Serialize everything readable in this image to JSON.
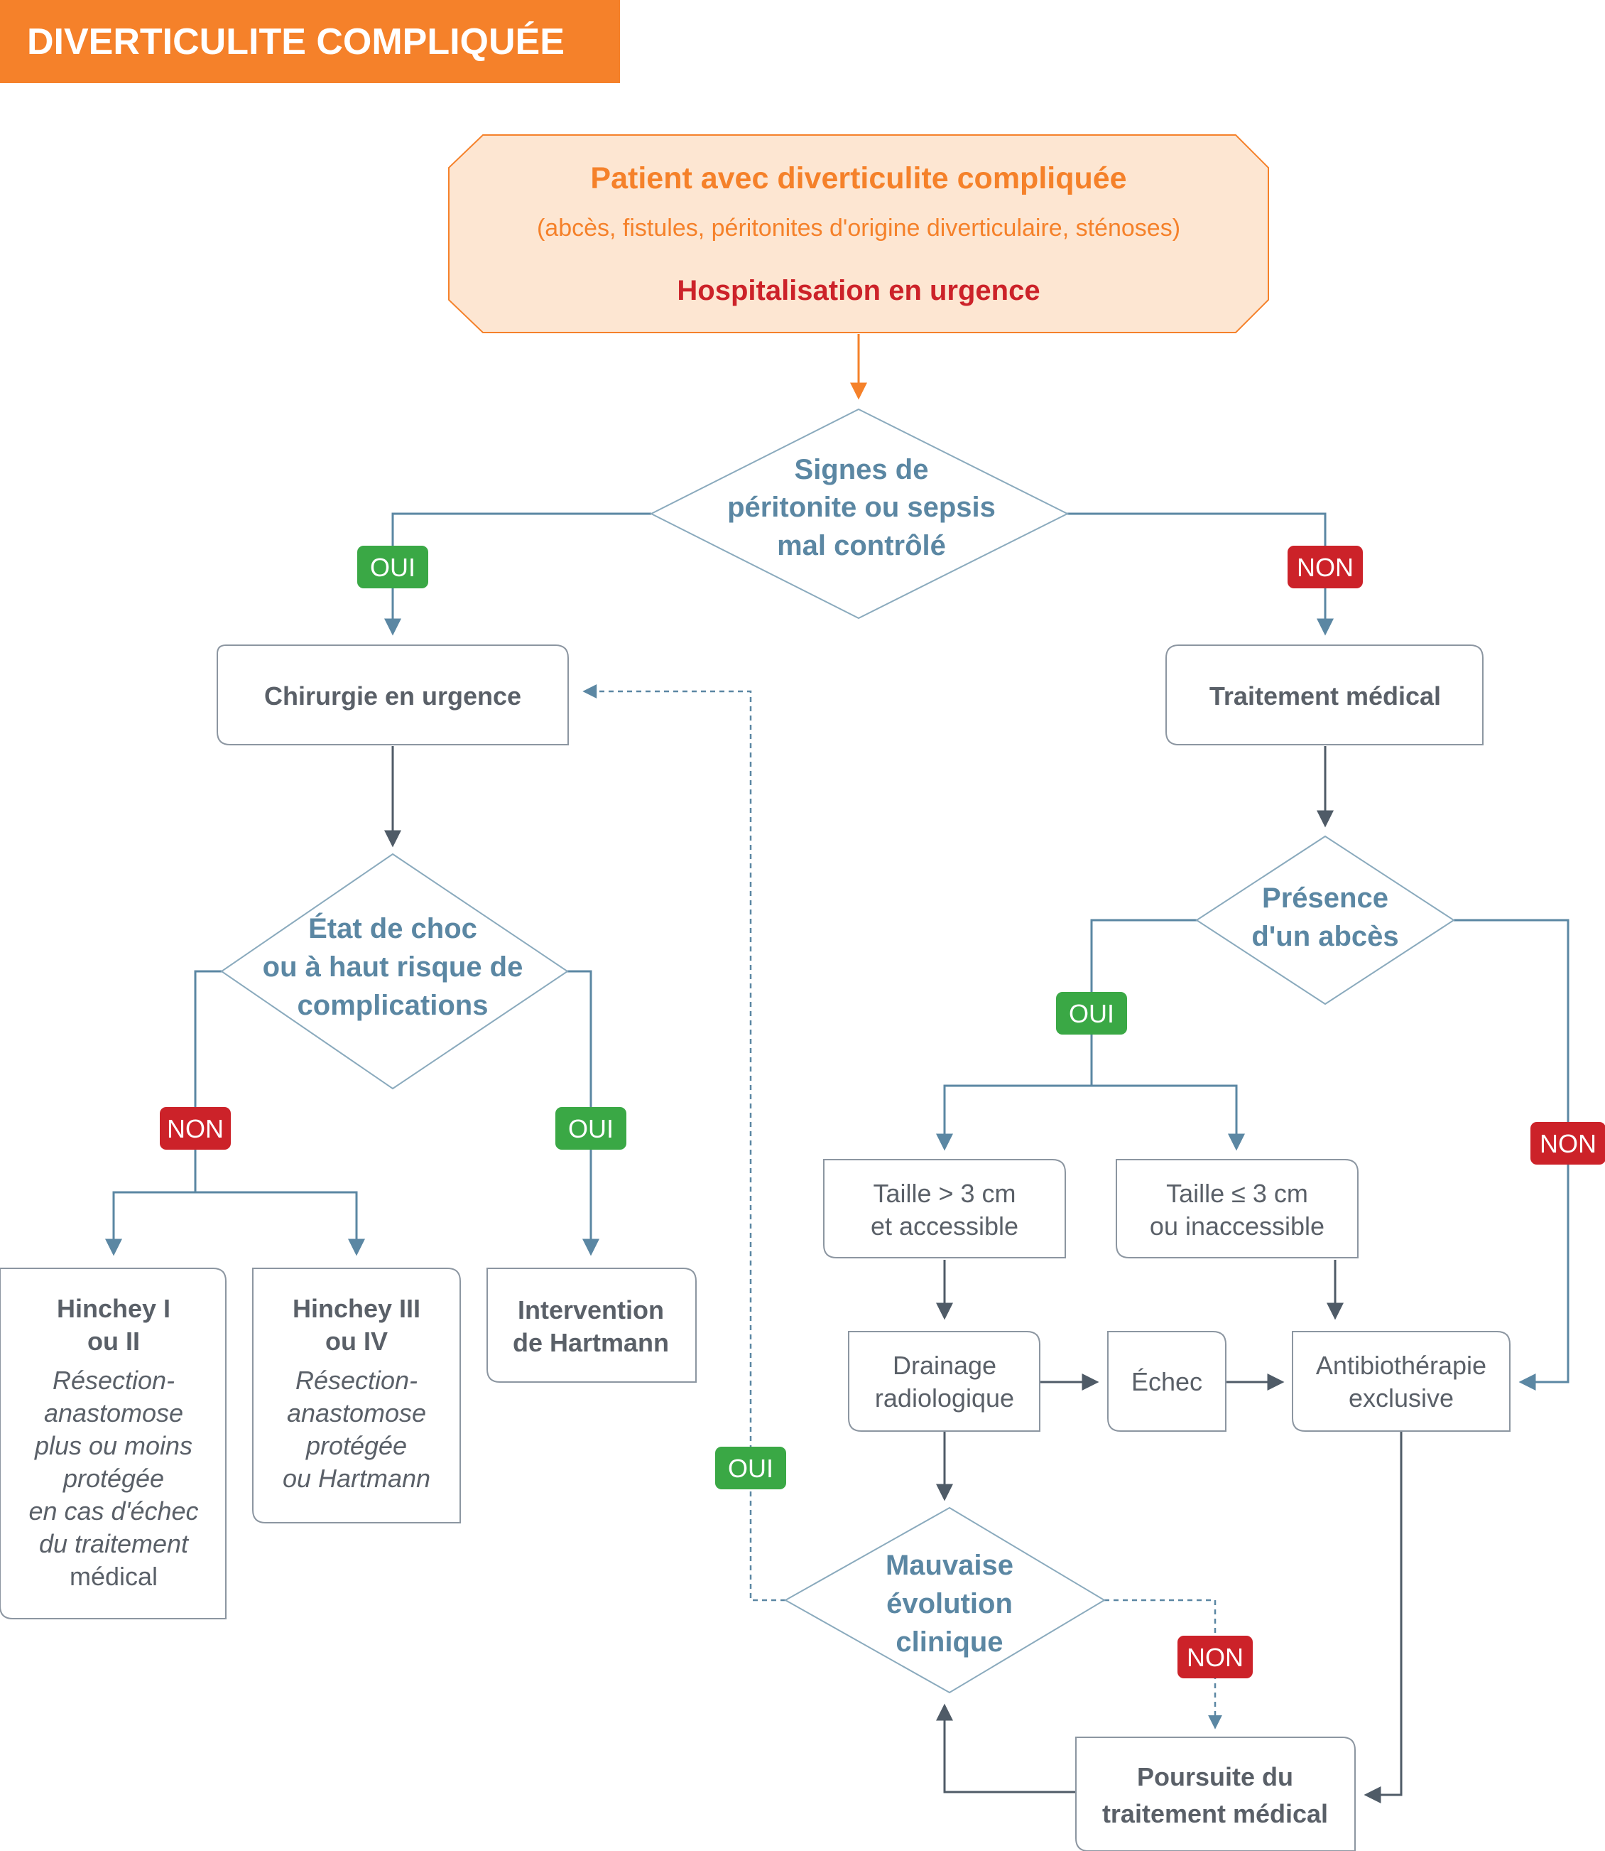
{
  "header": {
    "title": "DIVERTICULITE COMPLIQUÉE"
  },
  "start": {
    "title": "Patient avec diverticulite compliquée",
    "subtitle": "(abcès, fistules, péritonites d'origine diverticulaire, sténoses)",
    "action": "Hospitalisation en urgence"
  },
  "decisions": {
    "peritonite": {
      "lines": [
        "Signes de",
        "péritonite ou sepsis",
        "mal contrôlé"
      ]
    },
    "choc": {
      "lines": [
        "État de choc",
        "ou à haut risque de",
        "complications"
      ]
    },
    "abces": {
      "lines": [
        "Présence",
        "d'un abcès"
      ]
    },
    "evolution": {
      "lines": [
        "Mauvaise",
        "évolution",
        "clinique"
      ]
    }
  },
  "boxes": {
    "chirurgie": {
      "lines": [
        "Chirurgie en urgence"
      ]
    },
    "traitement": {
      "lines": [
        "Traitement médical"
      ]
    },
    "hinchey12": {
      "title": [
        "Hinchey I",
        "ou II"
      ],
      "detail": [
        "Résection-",
        "anastomose",
        "plus ou moins",
        "protégée",
        "en cas d'échec",
        "du traitement"
      ],
      "tail": "médical"
    },
    "hinchey34": {
      "title": [
        "Hinchey III",
        "ou IV"
      ],
      "detail": [
        "Résection-",
        "anastomose",
        "protégée",
        "ou Hartmann"
      ]
    },
    "hartmann": {
      "lines": [
        "Intervention",
        "de Hartmann"
      ]
    },
    "taille_gt": {
      "lines": [
        "Taille > 3 cm",
        "et accessible"
      ]
    },
    "taille_le": {
      "lines": [
        "Taille ≤ 3 cm",
        "ou inaccessible"
      ]
    },
    "drainage": {
      "lines": [
        "Drainage",
        "radiologique"
      ]
    },
    "echec": {
      "lines": [
        "Échec"
      ]
    },
    "antibio": {
      "lines": [
        "Antibiothérapie",
        "exclusive"
      ]
    },
    "poursuite": {
      "lines": [
        "Poursuite du",
        "traitement médical"
      ]
    }
  },
  "labels": {
    "oui": "OUI",
    "non": "NON"
  },
  "colors": {
    "header_bg": "#f5812a",
    "start_fill": "#fde6d2",
    "start_stroke": "#f5812a",
    "start_title": "#f5812a",
    "start_action": "#cc2229",
    "oui": "#3aa845",
    "non": "#cc2229",
    "decision_text": "#5b87a3",
    "box_text": "#5a6068"
  }
}
